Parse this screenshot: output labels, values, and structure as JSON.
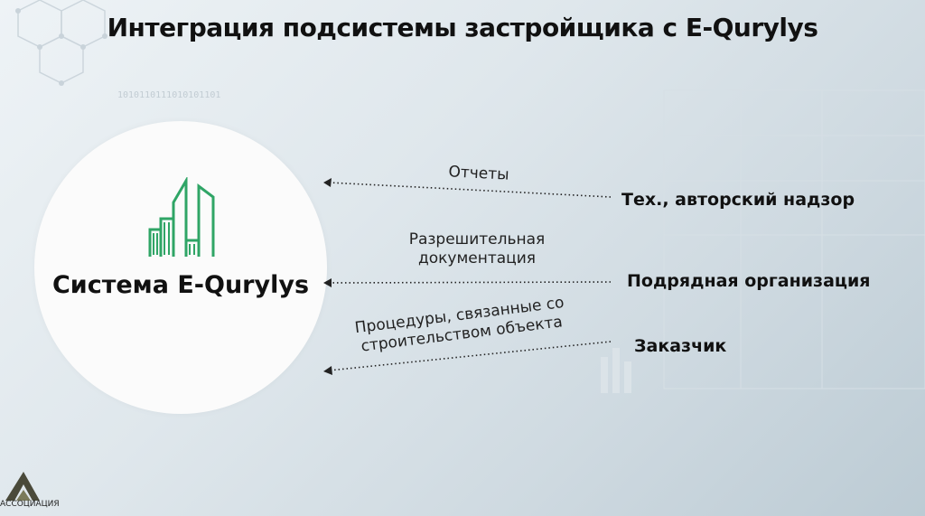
{
  "title": "Интеграция подсистемы застройщика с E-Qurylys",
  "system": {
    "name": "Система E-Qurylys",
    "logo_icon": "buildings-icon",
    "logo_color": "#2fa566"
  },
  "flows": {
    "reports": "Отчеты",
    "permits_line1": "Разрешительная",
    "permits_line2": "документация",
    "procedures_line1": "Процедуры, связанные со",
    "procedures_line2": "строительством объекта"
  },
  "actors": {
    "supervision": "Тех., авторский надзор",
    "contractor": "Подрядная организация",
    "customer": "Заказчик"
  },
  "corner": {
    "text": "АССОЦИАЦИЯ"
  }
}
